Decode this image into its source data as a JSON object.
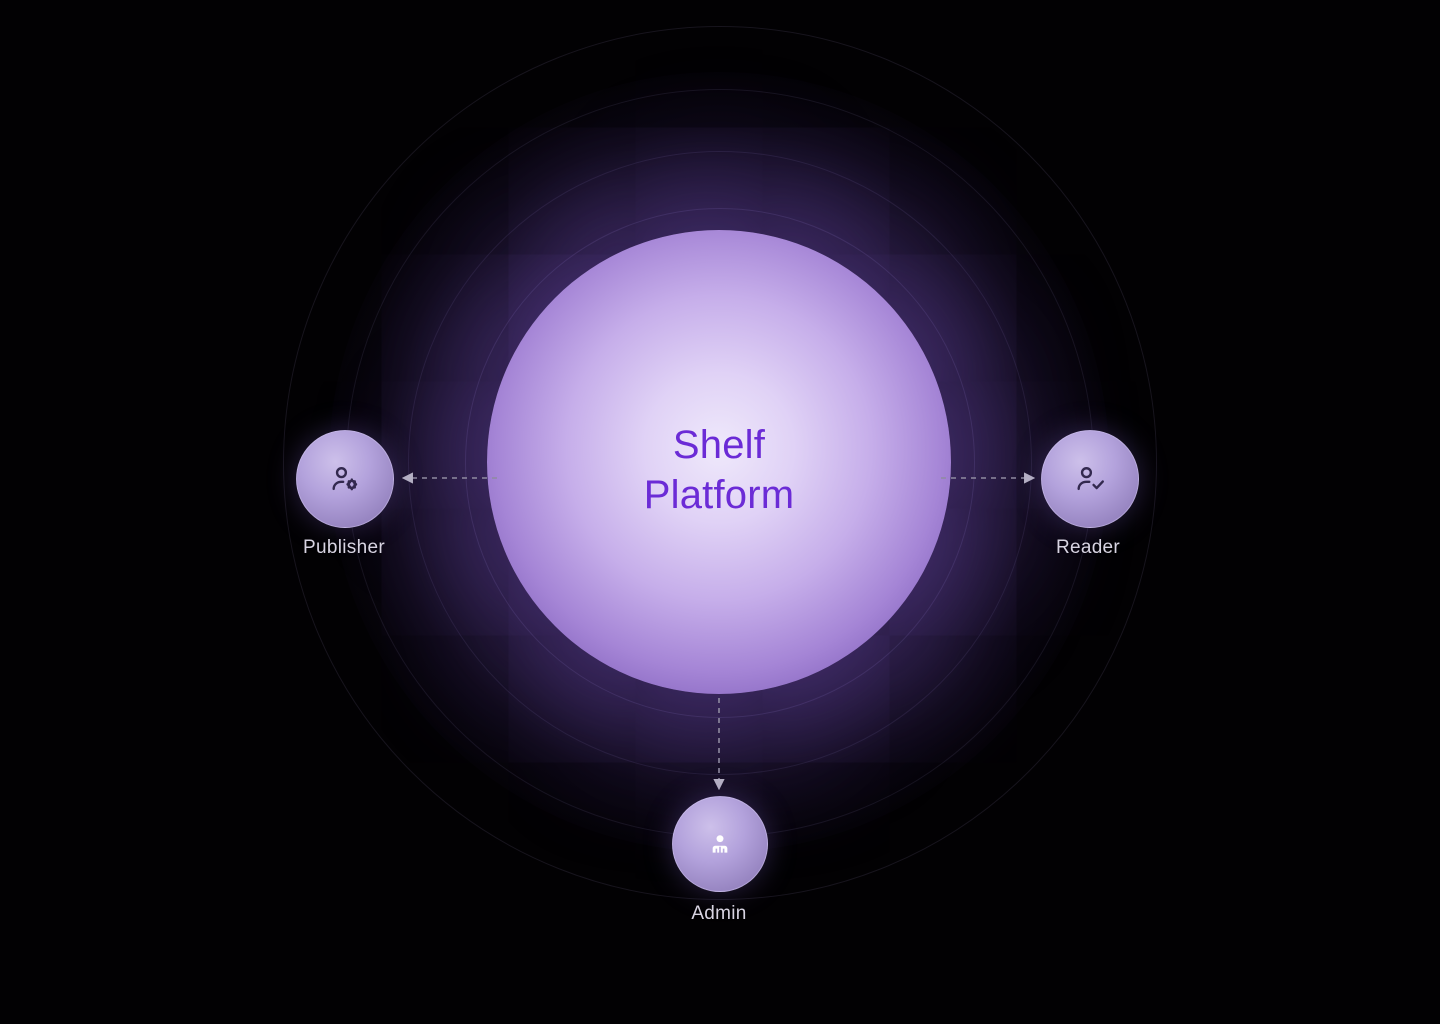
{
  "diagram": {
    "title": {
      "line1": "Shelf",
      "line2": "Platform"
    },
    "nodes": [
      {
        "label": "Publisher",
        "icon": "user-gear-icon",
        "position": "left"
      },
      {
        "label": "Reader",
        "icon": "user-check-icon",
        "position": "right"
      },
      {
        "label": "Admin",
        "icon": "admin-user-icon",
        "position": "bottom"
      }
    ],
    "connectors": [
      {
        "from": "center",
        "to": "Publisher",
        "style": "dashed-arrow"
      },
      {
        "from": "center",
        "to": "Reader",
        "style": "dashed-arrow"
      },
      {
        "from": "center",
        "to": "Admin",
        "style": "dashed-arrow"
      }
    ],
    "colors": {
      "background": "#020103",
      "title_text": "#6b2bd6",
      "orb_core": "#efe9fb",
      "orb_glow": "#805ad2",
      "node_fill": "#a795cf",
      "label_text": "#d8d4e2",
      "connector": "#8f8ba0"
    }
  }
}
